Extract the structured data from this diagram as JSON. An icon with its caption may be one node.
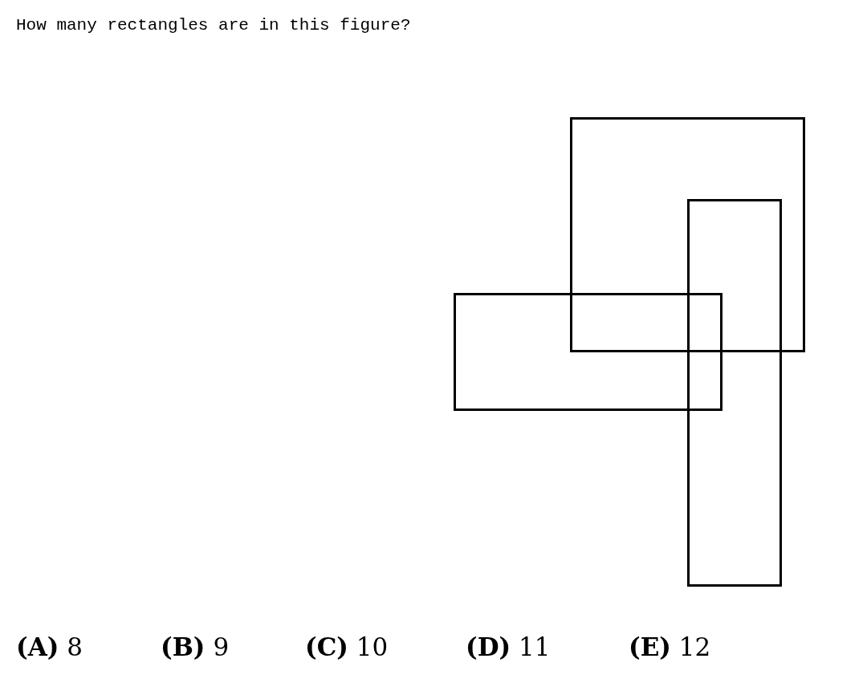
{
  "diagram": {
    "nodes": [
      {
        "text": [],
        "shape": "box"
      },
      {
        "text": [],
        "shape": "box"
      },
      {
        "text": [],
        "shape": "box"
      }
    ],
    "labels": [
      "How many rectangles are in this figure?",
      "**(A)** 8",
      "**(B)** 9",
      "**(C)** 10",
      "**(D)** 11",
      "**(E)** 12"
    ]
  }
}
